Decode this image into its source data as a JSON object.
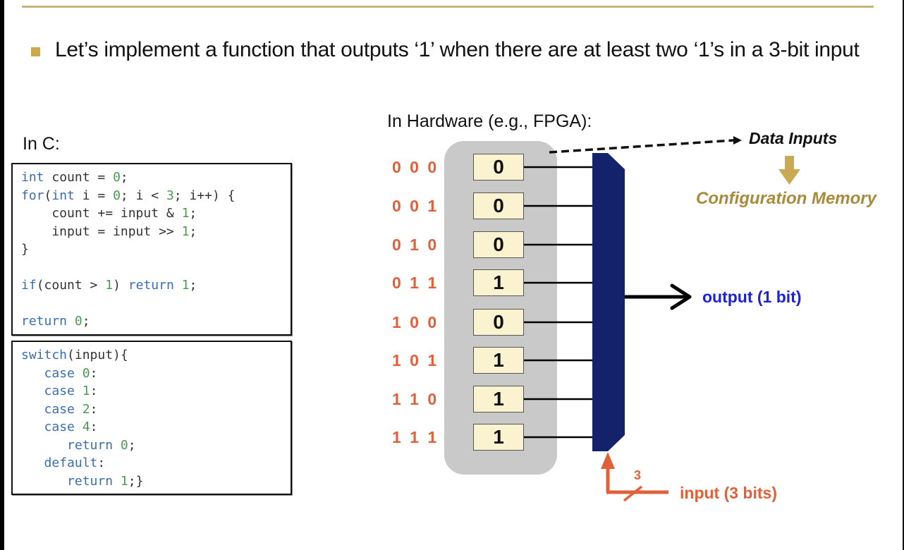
{
  "slide": {
    "bullet": "Let’s implement a function that outputs ‘1’ when there are at least two ‘1’s in a 3-bit input",
    "colors": {
      "rule": "#c8b47a",
      "bullet": "#c9aa52",
      "address": "#e0603a",
      "mux": "#13226a",
      "output_label": "#1c22d8",
      "config_label": "#a88b3a"
    }
  },
  "c_section": {
    "label": "In C:",
    "code_block_1": [
      [
        {
          "t": "int",
          "c": "kw"
        },
        {
          "t": " count = "
        },
        {
          "t": "0",
          "c": "num"
        },
        {
          "t": ";"
        }
      ],
      [
        {
          "t": "for",
          "c": "kw"
        },
        {
          "t": "("
        },
        {
          "t": "int",
          "c": "kw"
        },
        {
          "t": " i = "
        },
        {
          "t": "0",
          "c": "num"
        },
        {
          "t": "; i < "
        },
        {
          "t": "3",
          "c": "num"
        },
        {
          "t": "; i++) {"
        }
      ],
      [
        {
          "t": "    count += input & "
        },
        {
          "t": "1",
          "c": "num"
        },
        {
          "t": ";"
        }
      ],
      [
        {
          "t": "    input = input >> "
        },
        {
          "t": "1",
          "c": "num"
        },
        {
          "t": ";"
        }
      ],
      [
        {
          "t": "}"
        }
      ],
      [
        {
          "t": ""
        }
      ],
      [
        {
          "t": "if",
          "c": "kw"
        },
        {
          "t": "(count > "
        },
        {
          "t": "1",
          "c": "num"
        },
        {
          "t": ") "
        },
        {
          "t": "return",
          "c": "kw"
        },
        {
          "t": " "
        },
        {
          "t": "1",
          "c": "num"
        },
        {
          "t": ";"
        }
      ],
      [
        {
          "t": ""
        }
      ],
      [
        {
          "t": "return",
          "c": "kw"
        },
        {
          "t": " "
        },
        {
          "t": "0",
          "c": "num"
        },
        {
          "t": ";"
        }
      ]
    ],
    "code_block_2": [
      [
        {
          "t": "switch",
          "c": "kw"
        },
        {
          "t": "(input){"
        }
      ],
      [
        {
          "t": "   "
        },
        {
          "t": "case",
          "c": "kw"
        },
        {
          "t": " "
        },
        {
          "t": "0",
          "c": "num"
        },
        {
          "t": ":"
        }
      ],
      [
        {
          "t": "   "
        },
        {
          "t": "case",
          "c": "kw"
        },
        {
          "t": " "
        },
        {
          "t": "1",
          "c": "num"
        },
        {
          "t": ":"
        }
      ],
      [
        {
          "t": "   "
        },
        {
          "t": "case",
          "c": "kw"
        },
        {
          "t": " "
        },
        {
          "t": "2",
          "c": "num"
        },
        {
          "t": ":"
        }
      ],
      [
        {
          "t": "   "
        },
        {
          "t": "case",
          "c": "kw"
        },
        {
          "t": " "
        },
        {
          "t": "4",
          "c": "num"
        },
        {
          "t": ":"
        }
      ],
      [
        {
          "t": "      "
        },
        {
          "t": "return",
          "c": "kw"
        },
        {
          "t": " "
        },
        {
          "t": "0",
          "c": "num"
        },
        {
          "t": ";"
        }
      ],
      [
        {
          "t": "   "
        },
        {
          "t": "default",
          "c": "kw"
        },
        {
          "t": ":"
        }
      ],
      [
        {
          "t": "      "
        },
        {
          "t": "return",
          "c": "kw"
        },
        {
          "t": " "
        },
        {
          "t": "1",
          "c": "num"
        },
        {
          "t": ";}"
        }
      ]
    ]
  },
  "hardware": {
    "label": "In Hardware (e.g., FPGA):",
    "rows": [
      {
        "address": "0 0 0",
        "value": "0"
      },
      {
        "address": "0 0 1",
        "value": "0"
      },
      {
        "address": "0 1 0",
        "value": "0"
      },
      {
        "address": "0 1 1",
        "value": "1"
      },
      {
        "address": "1 0 0",
        "value": "0"
      },
      {
        "address": "1 0 1",
        "value": "1"
      },
      {
        "address": "1 1 0",
        "value": "1"
      },
      {
        "address": "1 1 1",
        "value": "1"
      }
    ],
    "data_inputs_label": "Data Inputs",
    "config_memory_label": "Configuration Memory",
    "output_label": "output (1 bit)",
    "input_label": "input (3 bits)",
    "bus_width": "3"
  }
}
